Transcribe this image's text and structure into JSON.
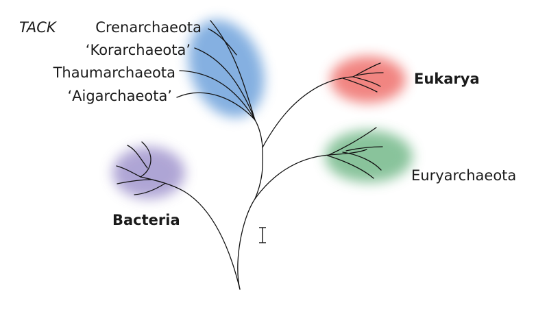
{
  "group_label": "TACK",
  "tack_phyla": [
    "Crenarchaeota",
    "‘Korarchaeota’",
    "Thaumarchaeota",
    "‘Aigarchaeota’"
  ],
  "domains": {
    "eukarya": "Eukarya",
    "euryarchaeota": "Euryarchaeota",
    "bacteria": "Bacteria"
  },
  "colors": {
    "tack_blob": "#6fa3dc",
    "eukarya_blob": "#ef6f6c",
    "euryarchaeota_blob": "#74b98a",
    "bacteria_blob": "#9b8fcb",
    "branch": "#111111"
  },
  "cursor_icon": "text-cursor-icon"
}
